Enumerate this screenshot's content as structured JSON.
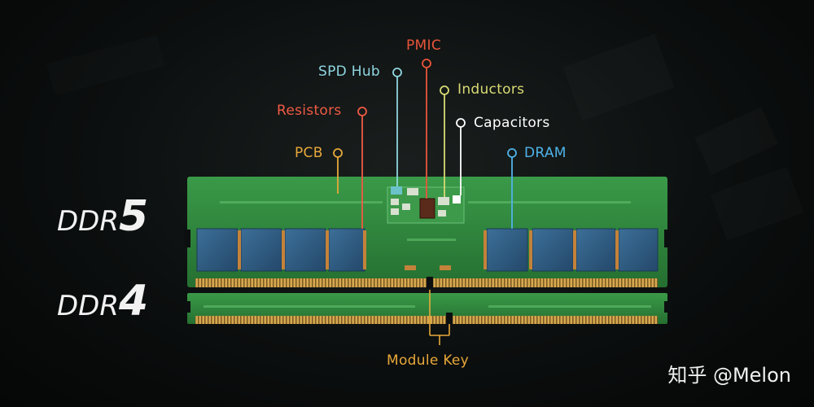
{
  "labels": {
    "pmic": "PMIC",
    "spd_hub": "SPD Hub",
    "inductors": "Inductors",
    "resistors": "Resistors",
    "capacitors": "Capacitors",
    "pcb": "PCB",
    "dram": "DRAM",
    "module_key": "Module Key"
  },
  "ddr5": {
    "text": "DDR",
    "num": "5"
  },
  "ddr4": {
    "text": "DDR",
    "num": "4"
  },
  "watermark": "知乎 @Melon",
  "colors": {
    "pmic": "#e8553a",
    "spd_hub": "#8fd6e0",
    "inductors": "#d8db74",
    "resistors": "#f05a44",
    "capacitors": "#ffffff",
    "pcb": "#e8a83a",
    "dram": "#4fb3e8",
    "module_key": "#e8a83a",
    "pcb_green": "#2e8a3c",
    "dram_chip": "#2f5f86",
    "gold": "#c79a45"
  }
}
